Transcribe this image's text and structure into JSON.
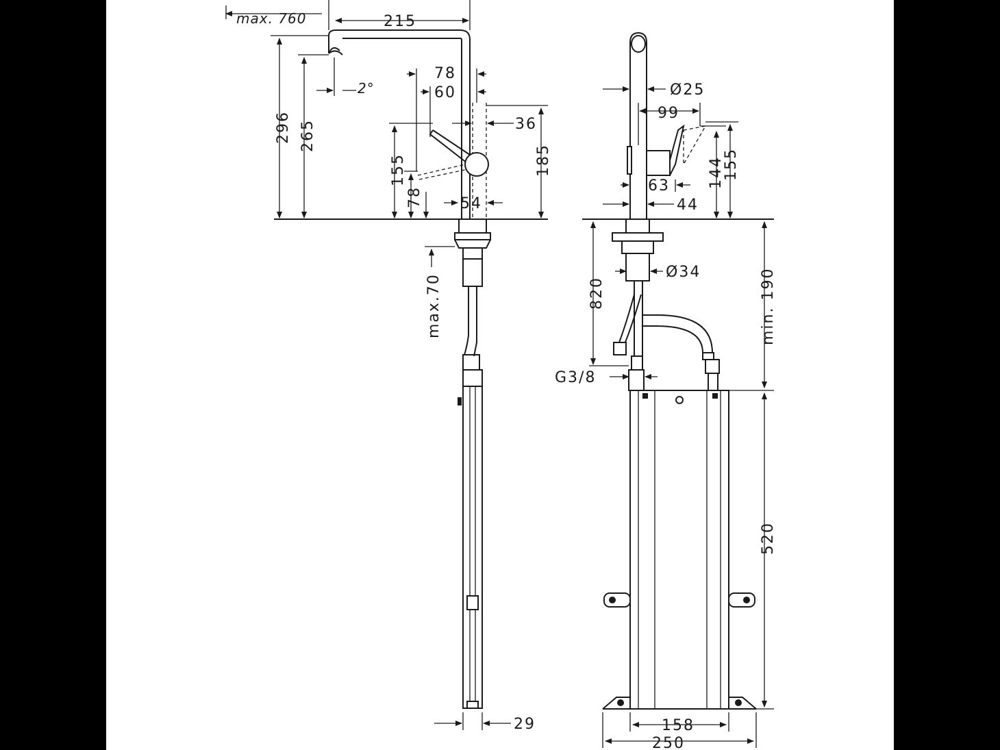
{
  "side_view": {
    "max_reach": "max. 760",
    "spout_projection": "215",
    "spray_angle": "2°",
    "lever_offset_a": "78",
    "lever_offset_b": "60",
    "body_offset": "36",
    "total_height": "296",
    "outlet_height": "265",
    "lever_height": "155",
    "body_height": "185",
    "lever_base": "78",
    "base_width": "54",
    "max_counter": "max.70",
    "hose_width": "29"
  },
  "front_view": {
    "spout_diameter": "Ø25",
    "lever_length": "99",
    "lever_height_a": "144",
    "lever_height_b": "155",
    "lever_base": "63",
    "base_width": "44",
    "shank_diameter": "Ø34",
    "hose_length": "820",
    "min_clearance": "min. 190",
    "thread": "G3/8",
    "box_height": "520",
    "box_inner_width": "158",
    "box_outer_width": "250"
  }
}
